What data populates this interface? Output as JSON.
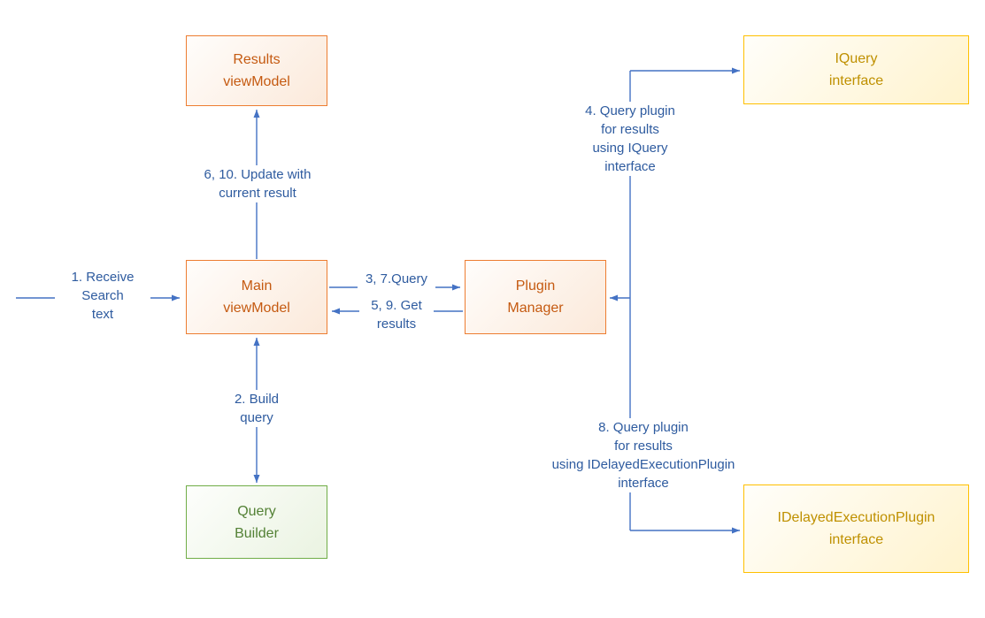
{
  "diagram": {
    "nodes": {
      "results_viewmodel": {
        "lines": [
          "Results",
          "viewModel"
        ]
      },
      "iquery_interface": {
        "lines": [
          "IQuery",
          "interface"
        ]
      },
      "main_viewmodel": {
        "lines": [
          "Main",
          "viewModel"
        ]
      },
      "plugin_manager": {
        "lines": [
          "Plugin",
          "Manager"
        ]
      },
      "query_builder": {
        "lines": [
          "Query",
          "Builder"
        ]
      },
      "idelayed_interface": {
        "lines": [
          "IDelayedExecutionPlugin",
          "interface"
        ]
      }
    },
    "labels": {
      "receive_search": {
        "lines": [
          "1. Receive",
          "Search",
          "text"
        ]
      },
      "update_result": {
        "lines": [
          "6, 10. Update with",
          "current result"
        ]
      },
      "query": {
        "lines": [
          "3, 7.Query"
        ]
      },
      "get_results": {
        "lines": [
          "5, 9. Get",
          "results"
        ]
      },
      "build_query": {
        "lines": [
          "2. Build",
          "query"
        ]
      },
      "query_iquery": {
        "lines": [
          "4. Query plugin",
          "for results",
          "using IQuery",
          "interface"
        ]
      },
      "query_idelayed": {
        "lines": [
          "8. Query plugin",
          "for results",
          "using IDelayedExecutionPlugin",
          "interface"
        ]
      }
    },
    "colors": {
      "orange_border": "#ED7D31",
      "orange_text": "#C55A11",
      "green_border": "#70AD47",
      "green_text": "#538135",
      "gold_border": "#FFC000",
      "gold_text": "#BF9000",
      "connector": "#4472C4",
      "connector_text": "#2E5B9F"
    }
  }
}
